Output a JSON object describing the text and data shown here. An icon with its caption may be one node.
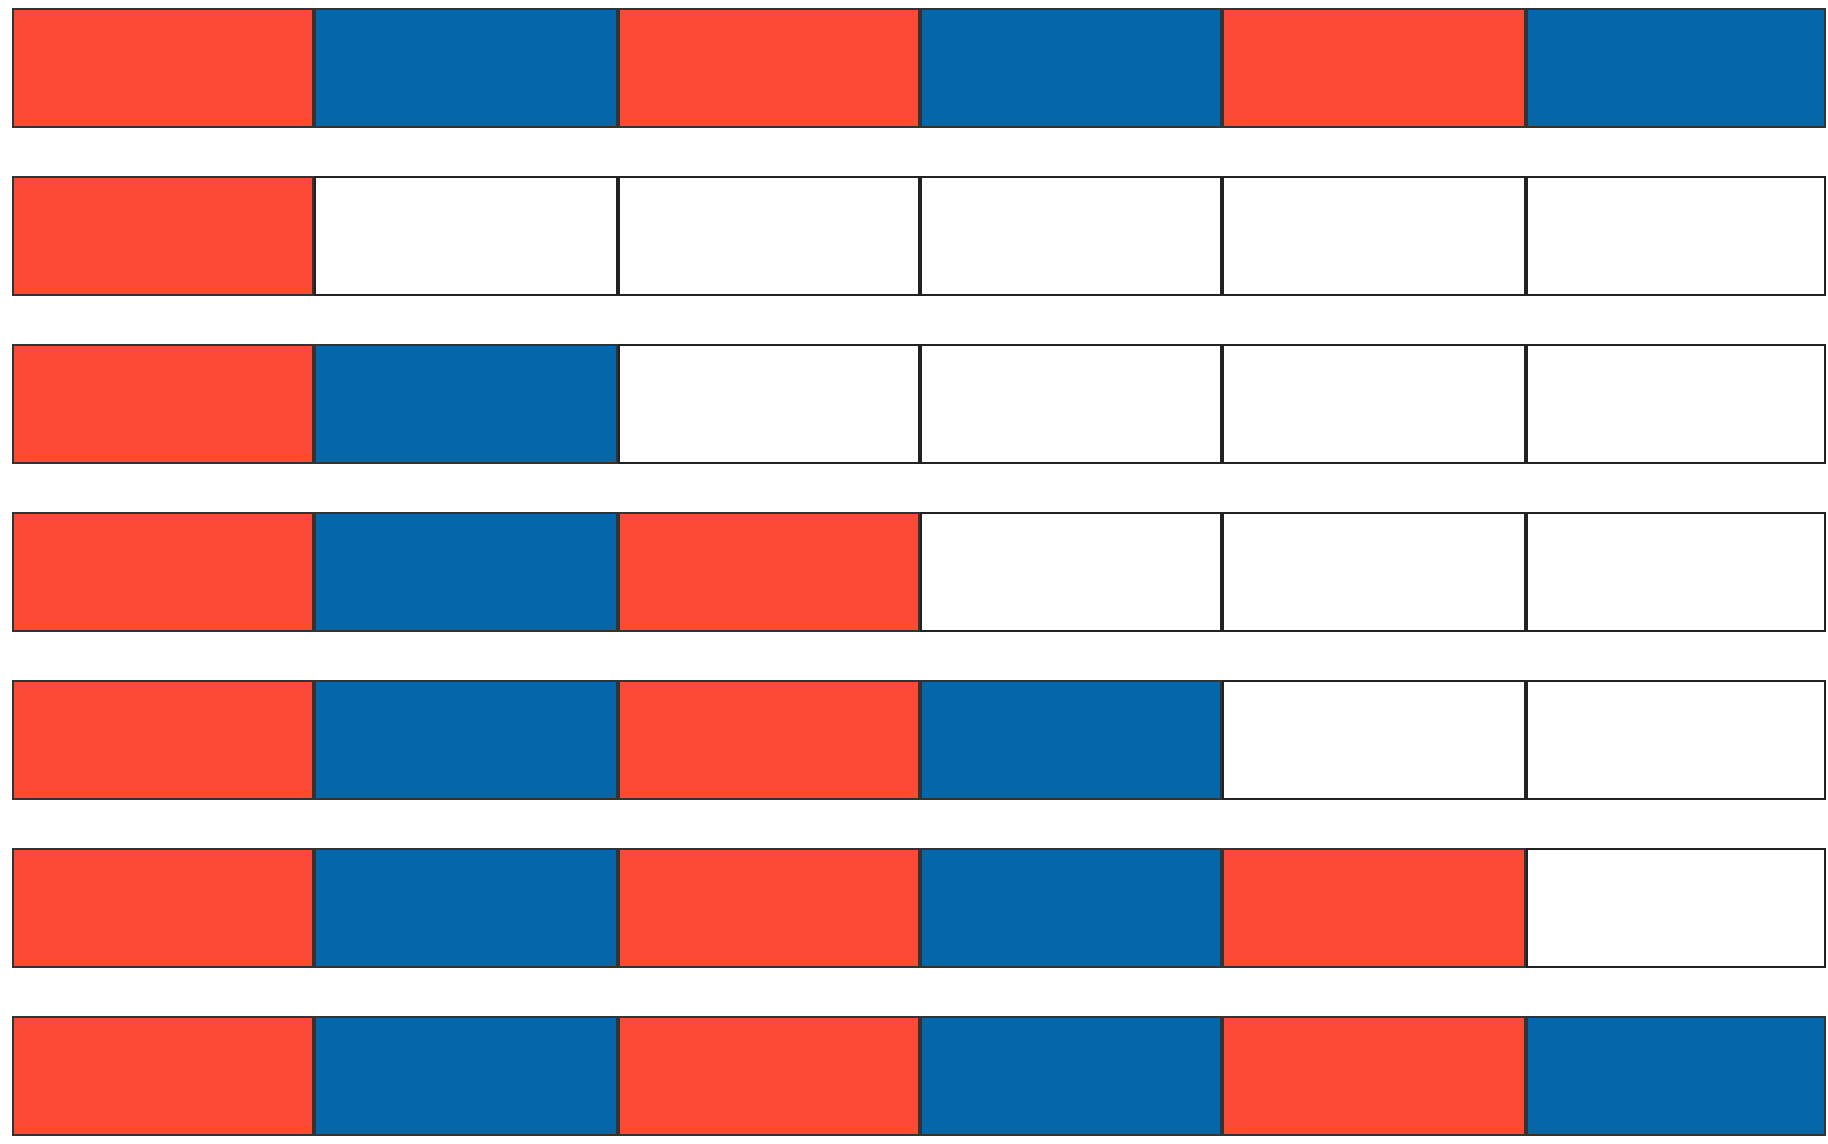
{
  "diagram": {
    "nodes": [
      {
        "text": [],
        "shape": "box"
      },
      {
        "text": [],
        "shape": "box"
      },
      {
        "text": [],
        "shape": "box"
      },
      {
        "text": [],
        "shape": "box"
      },
      {
        "text": [],
        "shape": "box"
      },
      {
        "text": [],
        "shape": "box"
      },
      {
        "text": [],
        "shape": "box"
      },
      {
        "text": [],
        "shape": "box"
      },
      {
        "text": [],
        "shape": "box"
      },
      {
        "text": [],
        "shape": "box"
      },
      {
        "text": [],
        "shape": "box"
      },
      {
        "text": [],
        "shape": "box"
      },
      {
        "text": [],
        "shape": "box"
      },
      {
        "text": [],
        "shape": "box"
      },
      {
        "text": [],
        "shape": "box"
      },
      {
        "text": [],
        "shape": "box"
      },
      {
        "text": [],
        "shape": "box"
      },
      {
        "text": [],
        "shape": "box"
      },
      {
        "text": [],
        "shape": "box"
      },
      {
        "text": [],
        "shape": "box"
      },
      {
        "text": [],
        "shape": "box"
      },
      {
        "text": [],
        "shape": "box"
      },
      {
        "text": [],
        "shape": "box"
      },
      {
        "text": [],
        "shape": "box"
      },
      {
        "text": [],
        "shape": "box"
      },
      {
        "text": [],
        "shape": "box"
      },
      {
        "text": [],
        "shape": "box"
      },
      {
        "text": [],
        "shape": "box"
      },
      {
        "text": [],
        "shape": "box"
      },
      {
        "text": [],
        "shape": "box"
      },
      {
        "text": [],
        "shape": "box"
      },
      {
        "text": [],
        "shape": "box"
      },
      {
        "text": [],
        "shape": "box"
      },
      {
        "text": [],
        "shape": "box"
      },
      {
        "text": [],
        "shape": "box"
      },
      {
        "text": [],
        "shape": "box"
      },
      {
        "text": [],
        "shape": "box"
      },
      {
        "text": [],
        "shape": "box"
      },
      {
        "text": [],
        "shape": "box"
      },
      {
        "text": [],
        "shape": "box"
      },
      {
        "text": [],
        "shape": "box"
      },
      {
        "text": [],
        "shape": "box"
      }
    ]
  }
}
